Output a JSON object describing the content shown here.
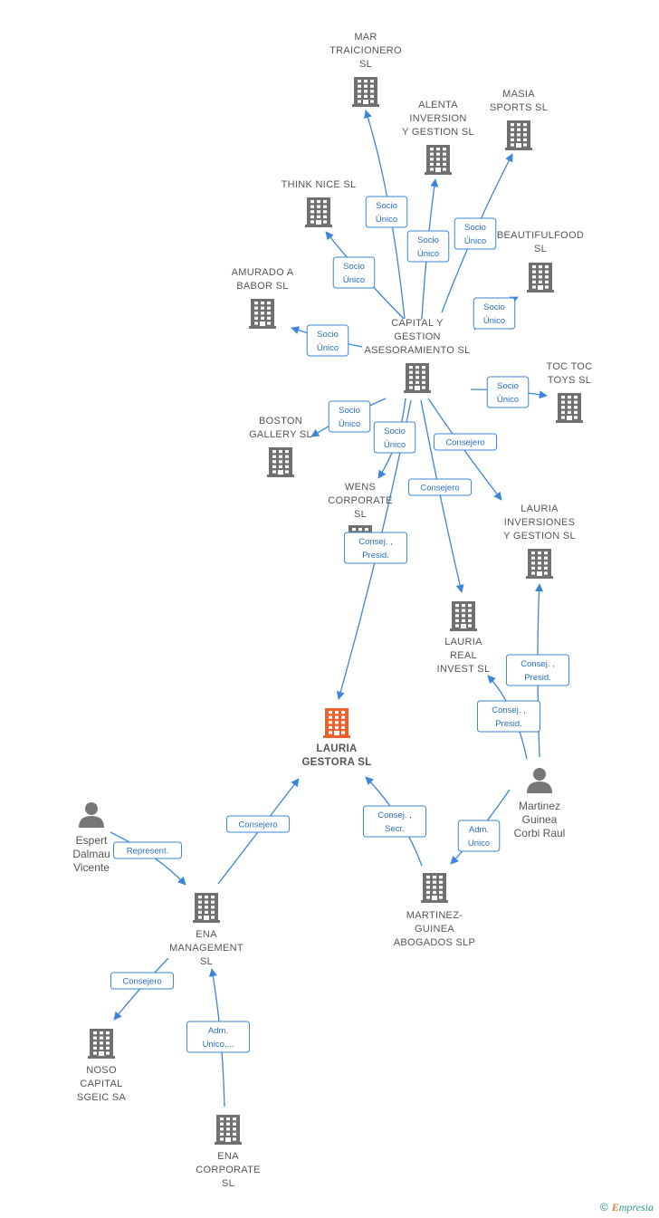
{
  "colors": {
    "building": "#707070",
    "focus": "#f0602b",
    "person": "#777777",
    "edge": "#3b86d6"
  },
  "nodes": [
    {
      "id": "mar",
      "type": "company",
      "lines": [
        "MAR",
        "TRAICIONERO",
        "SL"
      ]
    },
    {
      "id": "alenta",
      "type": "company",
      "lines": [
        "ALENTA",
        "INVERSION",
        "Y GESTION  SL"
      ]
    },
    {
      "id": "masia",
      "type": "company",
      "lines": [
        "MASIA",
        "SPORTS  SL"
      ]
    },
    {
      "id": "think",
      "type": "company",
      "lines": [
        "THINK NICE  SL"
      ]
    },
    {
      "id": "beautiful",
      "type": "company",
      "lines": [
        "BEAUTIFULFOOD",
        "SL"
      ]
    },
    {
      "id": "amurado",
      "type": "company",
      "lines": [
        "AMURADO A",
        "BABOR  SL"
      ]
    },
    {
      "id": "capital",
      "type": "company",
      "lines": [
        "CAPITAL Y",
        "GESTION",
        "ASESORAMIENTO SL"
      ]
    },
    {
      "id": "toctoc",
      "type": "company",
      "lines": [
        "TOC TOC",
        "TOYS  SL"
      ]
    },
    {
      "id": "boston",
      "type": "company",
      "lines": [
        "BOSTON",
        "GALLERY  SL"
      ]
    },
    {
      "id": "wens",
      "type": "company",
      "lines": [
        "WENS",
        "CORPORATE",
        "SL"
      ]
    },
    {
      "id": "lauria_inv",
      "type": "company",
      "lines": [
        "LAURIA",
        "INVERSIONES",
        "Y GESTION  SL"
      ]
    },
    {
      "id": "lauria_real",
      "type": "company",
      "lines": [
        "LAURIA",
        "REAL",
        "INVEST  SL"
      ]
    },
    {
      "id": "lauria_gestora",
      "type": "focus",
      "lines": [
        "LAURIA",
        "GESTORA  SL"
      ]
    },
    {
      "id": "martinez",
      "type": "person",
      "lines": [
        "Martinez",
        "Guinea",
        "Corbi Raul"
      ]
    },
    {
      "id": "espert",
      "type": "person",
      "lines": [
        "Espert",
        "Dalmau",
        "Vicente"
      ]
    },
    {
      "id": "mg_abogados",
      "type": "company",
      "lines": [
        "MARTINEZ-",
        "GUINEA",
        "ABOGADOS  SLP"
      ]
    },
    {
      "id": "ena_mgmt",
      "type": "company",
      "lines": [
        "ENA",
        "MANAGEMENT",
        "SL"
      ]
    },
    {
      "id": "noso",
      "type": "company",
      "lines": [
        "NOSO",
        "CAPITAL",
        "SGEIC SA"
      ]
    },
    {
      "id": "ena_corp",
      "type": "company",
      "lines": [
        "ENA",
        "CORPORATE",
        "SL"
      ]
    }
  ],
  "relations": [
    {
      "from": "capital",
      "to": "mar",
      "lines": [
        "Socio",
        "Único"
      ]
    },
    {
      "from": "capital",
      "to": "alenta",
      "lines": [
        "Socio",
        "Único"
      ]
    },
    {
      "from": "capital",
      "to": "masia",
      "lines": [
        "Socio",
        "Único"
      ]
    },
    {
      "from": "capital",
      "to": "think",
      "lines": [
        "Socio",
        "Único"
      ]
    },
    {
      "from": "capital",
      "to": "beautiful",
      "lines": [
        "Socio",
        "Único"
      ]
    },
    {
      "from": "capital",
      "to": "amurado",
      "lines": [
        "Socio",
        "Único"
      ]
    },
    {
      "from": "capital",
      "to": "toctoc",
      "lines": [
        "Socio",
        "Único"
      ]
    },
    {
      "from": "capital",
      "to": "boston",
      "lines": [
        "Socio",
        "Único"
      ]
    },
    {
      "from": "capital",
      "to": "wens",
      "lines": [
        "Socio",
        "Único"
      ]
    },
    {
      "from": "capital",
      "to": "lauria_inv",
      "lines": [
        "Consejero"
      ]
    },
    {
      "from": "capital",
      "to": "lauria_real",
      "lines": [
        "Consejero"
      ]
    },
    {
      "from": "capital",
      "to": "lauria_gestora",
      "lines": [
        "Consej. ,",
        "Presid."
      ]
    },
    {
      "from": "martinez",
      "to": "lauria_inv",
      "lines": [
        "Consej. ,",
        "Presid."
      ]
    },
    {
      "from": "martinez",
      "to": "lauria_real",
      "lines": [
        "Consej. ,",
        "Presid."
      ]
    },
    {
      "from": "martinez",
      "to": "mg_abogados",
      "lines": [
        "Adm.",
        "Unico"
      ]
    },
    {
      "from": "mg_abogados",
      "to": "lauria_gestora",
      "lines": [
        "Consej. ,",
        "Secr."
      ]
    },
    {
      "from": "ena_mgmt",
      "to": "lauria_gestora",
      "lines": [
        "Consejero"
      ]
    },
    {
      "from": "espert",
      "to": "ena_mgmt",
      "lines": [
        "Represent."
      ]
    },
    {
      "from": "ena_mgmt",
      "to": "noso",
      "lines": [
        "Consejero"
      ]
    },
    {
      "from": "ena_corp",
      "to": "ena_mgmt",
      "lines": [
        "Adm.",
        "Unico,..."
      ]
    }
  ],
  "credit": {
    "symbol": "©",
    "brand_initial": "E",
    "brand_rest": "mpresia"
  }
}
